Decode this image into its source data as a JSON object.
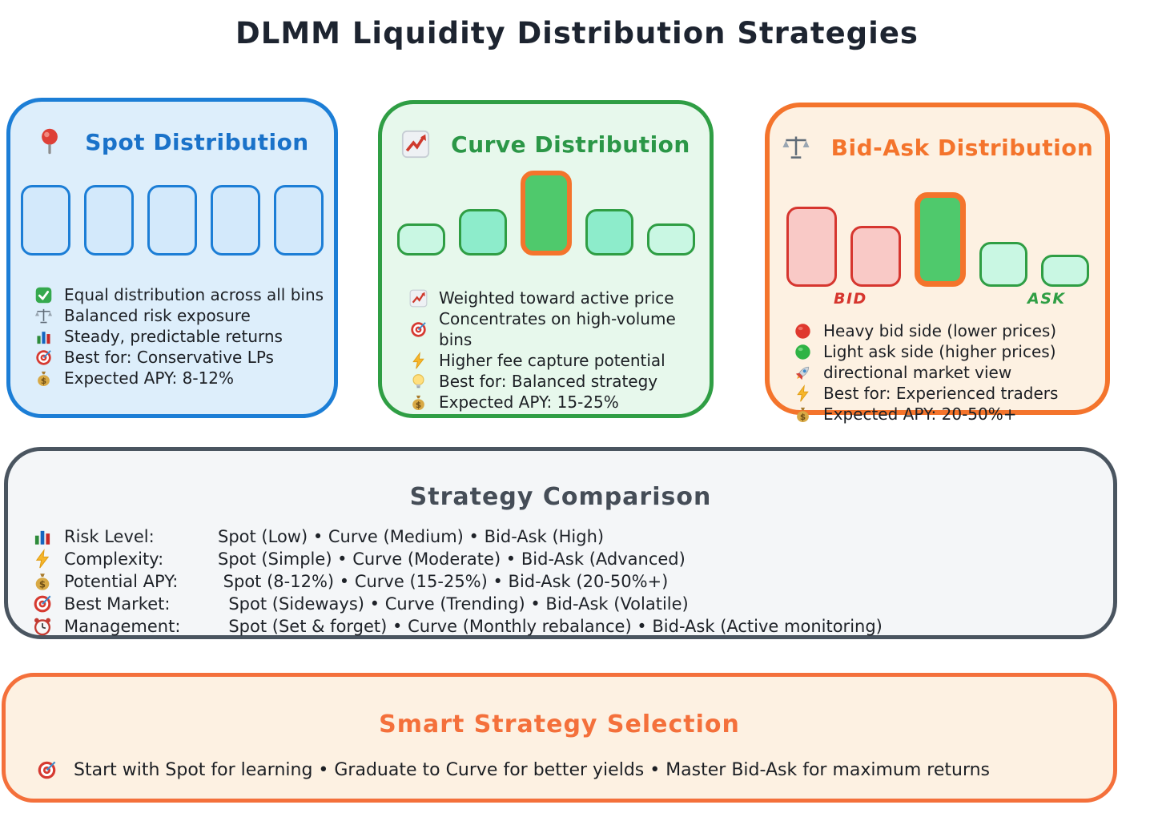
{
  "title": "DLMM Liquidity Distribution Strategies",
  "cards": [
    {
      "id": "spot",
      "icon": "round-pushpin",
      "heading": "Spot Distribution",
      "colors": {
        "accent": "#1c7ed6",
        "bg": "#ddeefb",
        "heading": "#1a72c9"
      },
      "bars": [
        {
          "w": 62,
          "h": 88,
          "fill": "#d3e9fb",
          "border": "#1c7ed6",
          "bw": 3
        },
        {
          "w": 62,
          "h": 88,
          "fill": "#d3e9fb",
          "border": "#1c7ed6",
          "bw": 3
        },
        {
          "w": 62,
          "h": 88,
          "fill": "#d3e9fb",
          "border": "#1c7ed6",
          "bw": 3
        },
        {
          "w": 62,
          "h": 88,
          "fill": "#d3e9fb",
          "border": "#1c7ed6",
          "bw": 3
        },
        {
          "w": 62,
          "h": 88,
          "fill": "#d3e9fb",
          "border": "#1c7ed6",
          "bw": 3
        }
      ],
      "bullets": [
        {
          "icon": "check-mark",
          "text": "Equal distribution across all bins"
        },
        {
          "icon": "balance-scale",
          "text": "Balanced risk exposure"
        },
        {
          "icon": "bar-chart",
          "text": "Steady, predictable returns"
        },
        {
          "icon": "target",
          "text": "Best for: Conservative LPs"
        },
        {
          "icon": "money-bag",
          "text": "Expected APY: 8-12%"
        }
      ]
    },
    {
      "id": "curve",
      "icon": "chart-up",
      "heading": "Curve Distribution",
      "colors": {
        "accent": "#2f9e44",
        "bg": "#e7f8ec",
        "heading": "#2b9747"
      },
      "bars": [
        {
          "w": 60,
          "h": 40,
          "fill": "#c9f7e3",
          "border": "#2f9e44",
          "bw": 3
        },
        {
          "w": 60,
          "h": 58,
          "fill": "#8deccb",
          "border": "#2f9e44",
          "bw": 3
        },
        {
          "w": 64,
          "h": 106,
          "fill": "#4fc96c",
          "border": "#f4742c",
          "bw": 6,
          "highlight": true
        },
        {
          "w": 60,
          "h": 58,
          "fill": "#8deccb",
          "border": "#2f9e44",
          "bw": 3
        },
        {
          "w": 60,
          "h": 40,
          "fill": "#c9f7e3",
          "border": "#2f9e44",
          "bw": 3
        }
      ],
      "bullets": [
        {
          "icon": "chart-up",
          "text": "Weighted toward active price"
        },
        {
          "icon": "target",
          "text": "Concentrates on high-volume bins"
        },
        {
          "icon": "lightning",
          "text": "Higher fee capture potential"
        },
        {
          "icon": "light-bulb",
          "text": "Best for: Balanced strategy"
        },
        {
          "icon": "money-bag",
          "text": "Expected APY: 15-25%"
        }
      ]
    },
    {
      "id": "bidask",
      "icon": "balance-scale",
      "heading": "Bid-Ask Distribution",
      "colors": {
        "accent": "#f4742c",
        "bg": "#fdf1e2",
        "heading": "#f4742c"
      },
      "bars": [
        {
          "w": 63,
          "h": 100,
          "fill": "#f9c9c6",
          "border": "#d6362f",
          "bw": 3
        },
        {
          "w": 63,
          "h": 76,
          "fill": "#f9c9c6",
          "border": "#d6362f",
          "bw": 3
        },
        {
          "w": 64,
          "h": 118,
          "fill": "#4fc96c",
          "border": "#f4742c",
          "bw": 7,
          "highlight": true
        },
        {
          "w": 60,
          "h": 56,
          "fill": "#c9f7e3",
          "border": "#2f9e44",
          "bw": 3
        },
        {
          "w": 60,
          "h": 40,
          "fill": "#c9f7e3",
          "border": "#2f9e44",
          "bw": 3
        }
      ],
      "bid_label": "BID",
      "ask_label": "ASK",
      "bid_color": "#d6362f",
      "ask_color": "#2f9e44",
      "bullets": [
        {
          "icon": "red-circle",
          "text": "Heavy bid side (lower prices)"
        },
        {
          "icon": "green-circle",
          "text": "Light ask side (higher prices)"
        },
        {
          "icon": "rocket",
          "text": "directional market view"
        },
        {
          "icon": "lightning",
          "text": "Best for: Experienced traders"
        },
        {
          "icon": "money-bag",
          "text": "Expected APY: 20-50%+"
        }
      ]
    }
  ],
  "comparison": {
    "heading": "Strategy Comparison",
    "colors": {
      "border": "#4a5560",
      "bg": "#f4f6f8",
      "heading": "#454d57"
    },
    "rows": [
      {
        "icon": "bar-chart",
        "label": "Risk Level:",
        "value": "Spot (Low) • Curve (Medium) • Bid-Ask (High)"
      },
      {
        "icon": "lightning",
        "label": "Complexity:",
        "value": "Spot (Simple) • Curve (Moderate) • Bid-Ask (Advanced)"
      },
      {
        "icon": "money-bag",
        "label": "Potential APY:",
        "value": " Spot (8-12%) • Curve (15-25%) • Bid-Ask (20-50%+)"
      },
      {
        "icon": "target",
        "label": "Best Market:",
        "value": "  Spot (Sideways) • Curve (Trending) • Bid-Ask (Volatile)"
      },
      {
        "icon": "alarm-clock",
        "label": "Management:",
        "value": "  Spot (Set & forget) • Curve (Monthly rebalance) • Bid-Ask (Active monitoring)"
      }
    ]
  },
  "selection": {
    "heading": "Smart Strategy Selection",
    "colors": {
      "border": "#f4703b",
      "bg": "#fdf1e2",
      "heading": "#f4703b"
    },
    "icon": "target",
    "text": "Start with Spot for learning • Graduate to Curve for better yields • Master Bid-Ask for maximum returns"
  }
}
